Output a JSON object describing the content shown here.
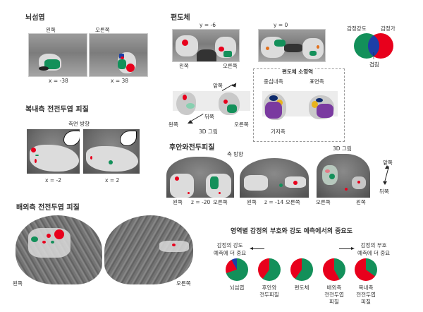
{
  "colors": {
    "intensity": "#13905a",
    "valence": "#e8001c",
    "overlap": "#1c3fa8",
    "centromedial": "#0e2a6b",
    "superficial": "#e8b21c",
    "basolateral": "#7a3aa0"
  },
  "insula": {
    "title": "뇌섬엽",
    "left_label": "왼쪽",
    "right_label": "오른쪽",
    "left_coord": "x = -38",
    "right_coord": "x = 38"
  },
  "amygdala": {
    "title": "편도체",
    "slice1_coord": "y = -6",
    "slice2_coord": "y = 0",
    "left_label": "왼쪽",
    "right_label": "오른쪽",
    "view3d": {
      "front": "앞쪽",
      "back": "뒤쪽",
      "left": "왼쪽",
      "right": "오른쪽",
      "caption": "3D 그림"
    },
    "subregions": {
      "title": "편도체 소영역",
      "centromedial": "중심내측",
      "superficial": "표면측",
      "basolateral": "기저측"
    }
  },
  "legend": {
    "intensity": "감정강도",
    "valence": "감정가",
    "overlap": "겹침"
  },
  "vmpfc": {
    "title": "복내측 전전두엽 피질",
    "view": "측면 방향",
    "left_coord": "x = -2",
    "right_coord": "x = 2"
  },
  "ofc": {
    "title": "후안와전두피질",
    "view": "축 방향",
    "slice1_coord": "z = -20",
    "slice2_coord": "z = -14",
    "left_label": "왼쪽",
    "right_label": "오른쪽",
    "view3d_caption": "3D 그림",
    "view3d_right": "오른쪽",
    "view3d_left": "왼쪽",
    "front": "앞쪽",
    "back": "뒤쪽"
  },
  "dlpfc": {
    "title": "배외측 전전두엽 피질",
    "left_label": "왼쪽",
    "right_label": "오른쪽"
  },
  "importance": {
    "title": "영역별 감정의 부호와 강도 예측에서의 중요도",
    "left_note_line1": "감정의 강도",
    "left_note_line2": "예측에 더 중요",
    "right_note_line1": "감정의 부호",
    "right_note_line2": "예측에 더 중요"
  },
  "chart_data": {
    "type": "pie",
    "title": "영역별 감정의 부호와 강도 예측에서의 중요도",
    "legend": [
      "감정강도 (green)",
      "감정가 (red)",
      "겹침 (blue)"
    ],
    "categories": [
      "뇌섬엽",
      "후안와 전두피질",
      "편도체",
      "배외측 전전두엽 피질",
      "복내측 전전두엽 피질"
    ],
    "series": [
      {
        "name": "감정강도",
        "values": [
          70,
          60,
          60,
          42,
          35
        ]
      },
      {
        "name": "감정가",
        "values": [
          22,
          40,
          40,
          58,
          65
        ]
      },
      {
        "name": "겹침",
        "values": [
          8,
          0,
          0,
          0,
          0
        ]
      }
    ],
    "annotations": [
      "감정의 강도 예측에 더 중요 (←)",
      "감정의 부호 예측에 더 중요 (→)"
    ]
  },
  "pies": [
    {
      "label_line1": "뇌섬엽",
      "label_line2": "",
      "label_line3": "",
      "green": 70,
      "red": 22,
      "blue": 8
    },
    {
      "label_line1": "후안와",
      "label_line2": "전두피질",
      "label_line3": "",
      "green": 60,
      "red": 40,
      "blue": 0
    },
    {
      "label_line1": "편도체",
      "label_line2": "",
      "label_line3": "",
      "green": 60,
      "red": 40,
      "blue": 0
    },
    {
      "label_line1": "배외측",
      "label_line2": "전전두엽",
      "label_line3": "피질",
      "green": 42,
      "red": 58,
      "blue": 0
    },
    {
      "label_line1": "복내측",
      "label_line2": "전전두엽",
      "label_line3": "피질",
      "green": 35,
      "red": 65,
      "blue": 0
    }
  ]
}
